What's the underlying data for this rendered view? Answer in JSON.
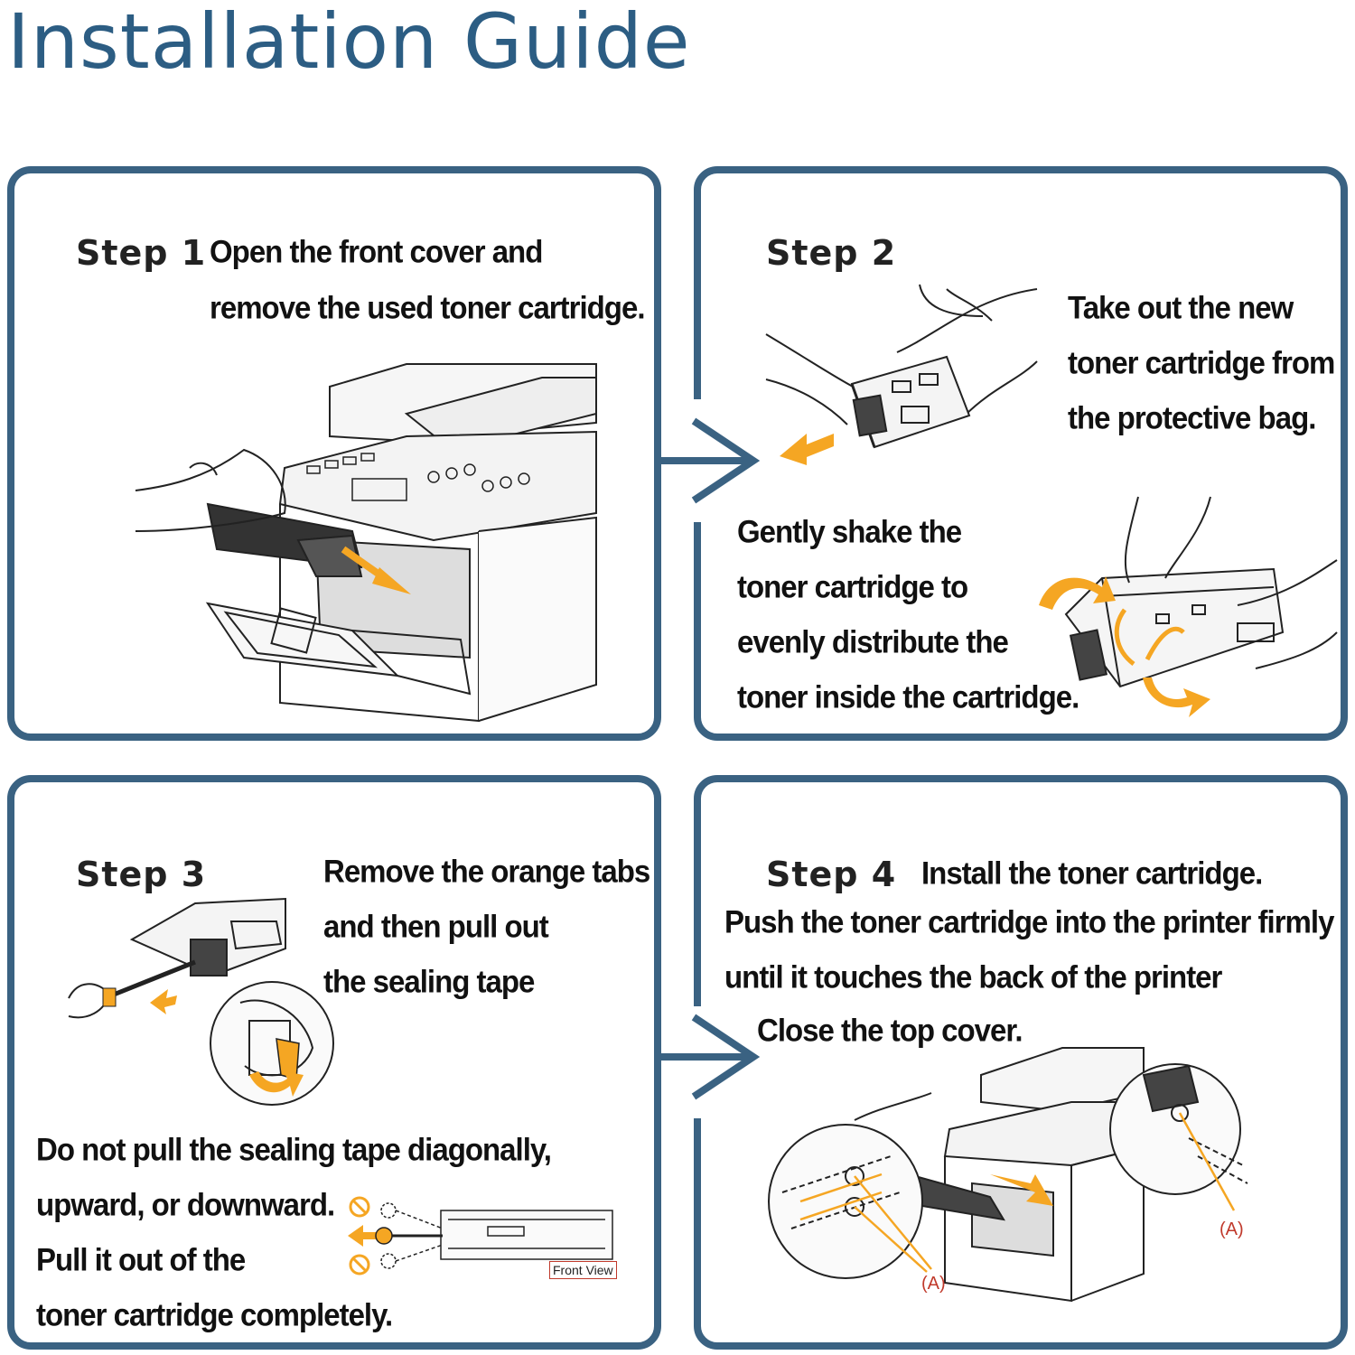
{
  "title": "Installation Guide",
  "colors": {
    "accent": "#2c5d83",
    "frame": "#3a6282",
    "arrow": "#f5a623",
    "label": "#c0392b"
  },
  "steps": [
    {
      "label": "Step 1",
      "lines": [
        "Open the front cover and",
        "remove the used toner cartridge."
      ]
    },
    {
      "label": "Step 2",
      "lines": [
        "Take out the new",
        "toner cartridge from",
        "the protective bag."
      ],
      "shake_lines": [
        "Gently shake the",
        "toner cartridge to",
        "evenly distribute the",
        "toner inside the cartridge."
      ]
    },
    {
      "label": "Step 3",
      "lines": [
        "Remove the orange tabs",
        "and then pull out",
        "the sealing tape"
      ],
      "warning_lines": [
        "Do not pull the sealing tape diagonally,",
        "upward, or downward.",
        "Pull it out of the",
        "toner cartridge completely."
      ],
      "diagram_label": "Front View"
    },
    {
      "label": "Step 4",
      "heading": "Install the toner cartridge.",
      "lines": [
        "Push the toner cartridge into the printer firmly",
        "until it touches the back of the printer",
        "Close the top cover."
      ],
      "callout_label": "(A)"
    }
  ]
}
